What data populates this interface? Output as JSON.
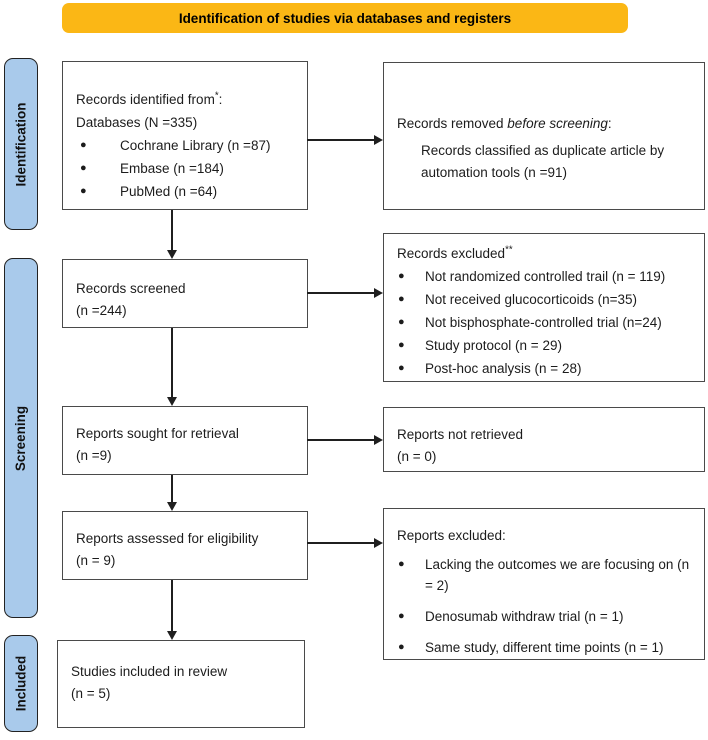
{
  "banner": {
    "label": "Identification of studies via databases and registers"
  },
  "stages": [
    {
      "label": "Identification"
    },
    {
      "label": "Screening"
    },
    {
      "label": "Included"
    }
  ],
  "glyphs": {
    "bullet": "●"
  },
  "colors": {
    "banner_bg": "#FBB715",
    "stage_bg": "#A9CAEB",
    "box_border": "#4a4a4a",
    "arrow": "#1f1f1f"
  },
  "boxes": {
    "identified": {
      "line1_prefix": "Records identified from",
      "line1_sup": "*",
      "line1_suffix": ":",
      "line2": "Databases (N =335)",
      "bullets": [
        "Cochrane Library (n =87)",
        "Embase (n =184)",
        "PubMed (n =64)"
      ]
    },
    "removed": {
      "title_prefix": "Records removed ",
      "title_italic": "before screening",
      "title_suffix": ":",
      "body": "Records classified as duplicate article by automation tools (n =91)"
    },
    "screened": {
      "line1": "Records screened",
      "line2": "(n =244)"
    },
    "rec_excluded": {
      "title": "Records excluded",
      "title_sup": "**",
      "bullets": [
        "Not randomized controlled trail (n = 119)",
        "Not received glucocorticoids (n=35)",
        "Not bisphosphate-controlled trial (n=24)",
        "Study protocol (n = 29)",
        "Post-hoc analysis (n = 28)"
      ]
    },
    "sought": {
      "line1": "Reports sought for retrieval",
      "line2": "(n =9)"
    },
    "not_retrieved": {
      "line1": "Reports not retrieved",
      "line2": "(n = 0)"
    },
    "assessed": {
      "line1": "Reports assessed for eligibility",
      "line2": "(n = 9)"
    },
    "rep_excluded": {
      "title": "Reports excluded:",
      "bullets": [
        "Lacking the outcomes we are focusing on (n = 2)",
        "Denosumab withdraw trial (n = 1)",
        "Same study, different time points (n = 1)"
      ]
    },
    "included": {
      "line1": "Studies included in review",
      "line2": "(n = 5)"
    }
  }
}
